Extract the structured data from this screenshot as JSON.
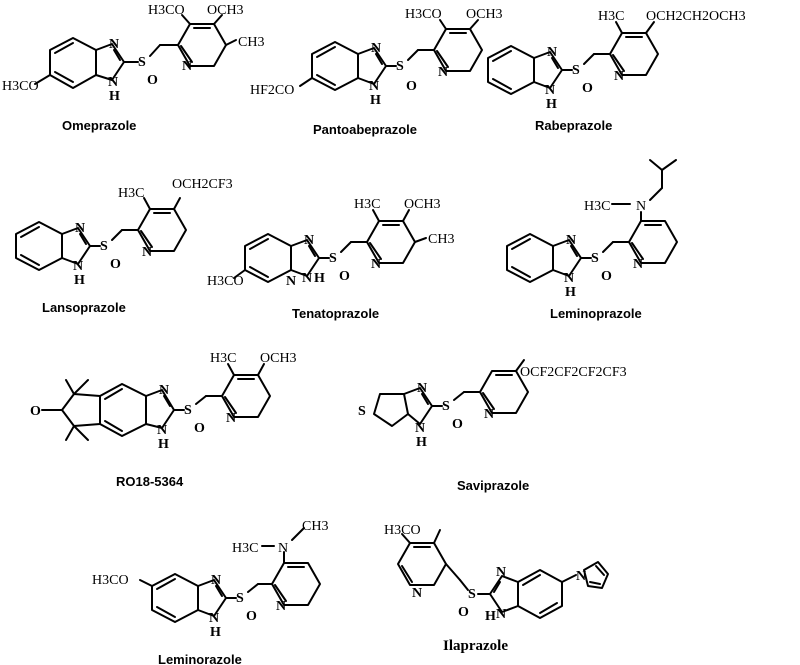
{
  "compounds": [
    {
      "name": "Omeprazole",
      "labels": {
        "a": "H3CO",
        "b": "OCH3",
        "c": "CH3",
        "d": "H3CO",
        "e": "N",
        "f": "N",
        "g": "H",
        "h": "S",
        "i": "O",
        "j": "N"
      }
    },
    {
      "name": "Pantoabeprazole",
      "labels": {
        "a": "H3CO",
        "b": "OCH3",
        "d": "HF2CO",
        "e": "N",
        "f": "N",
        "g": "H",
        "h": "S",
        "i": "O",
        "j": "N"
      }
    },
    {
      "name": "Rabeprazole",
      "labels": {
        "a": "H3C",
        "b": "OCH2CH2OCH3",
        "e": "N",
        "f": "N",
        "g": "H",
        "h": "S",
        "i": "O",
        "j": "N"
      }
    },
    {
      "name": "Lansoprazole",
      "labels": {
        "a": "H3C",
        "b": "OCH2CF3",
        "e": "N",
        "f": "N",
        "g": "H",
        "h": "S",
        "i": "O",
        "j": "N"
      }
    },
    {
      "name": "Tenatoprazole",
      "labels": {
        "a": "H3C",
        "b": "OCH3",
        "c": "CH3",
        "d": "H3CO",
        "e": "N",
        "f": "N",
        "g": "H",
        "h": "S",
        "i": "O",
        "j": "N",
        "k": "N"
      }
    },
    {
      "name": "Leminoprazole",
      "labels": {
        "a": "H3C",
        "b": "N",
        "e": "N",
        "f": "N",
        "g": "H",
        "h": "S",
        "i": "O",
        "j": "N"
      }
    },
    {
      "name": "RO18-5364",
      "labels": {
        "a": "H3C",
        "b": "OCH3",
        "d": "O",
        "e": "N",
        "f": "N",
        "g": "H",
        "h": "S",
        "i": "O",
        "j": "N"
      }
    },
    {
      "name": "Saviprazole",
      "labels": {
        "b": "OCF2CF2CF2CF3",
        "d": "S",
        "e": "N",
        "f": "N",
        "g": "H",
        "h": "S",
        "i": "O",
        "j": "N"
      }
    },
    {
      "name": "Leminorazole",
      "labels": {
        "a": "H3C",
        "b": "N",
        "c": "CH3",
        "d": "H3CO",
        "e": "N",
        "f": "N",
        "g": "H",
        "h": "S",
        "i": "O",
        "j": "N"
      }
    },
    {
      "name": "Ilaprazole",
      "labels": {
        "a": "H3CO",
        "e": "N",
        "f": "N",
        "g": "H",
        "h": "S",
        "i": "O",
        "j": "N",
        "k": "N"
      }
    }
  ]
}
